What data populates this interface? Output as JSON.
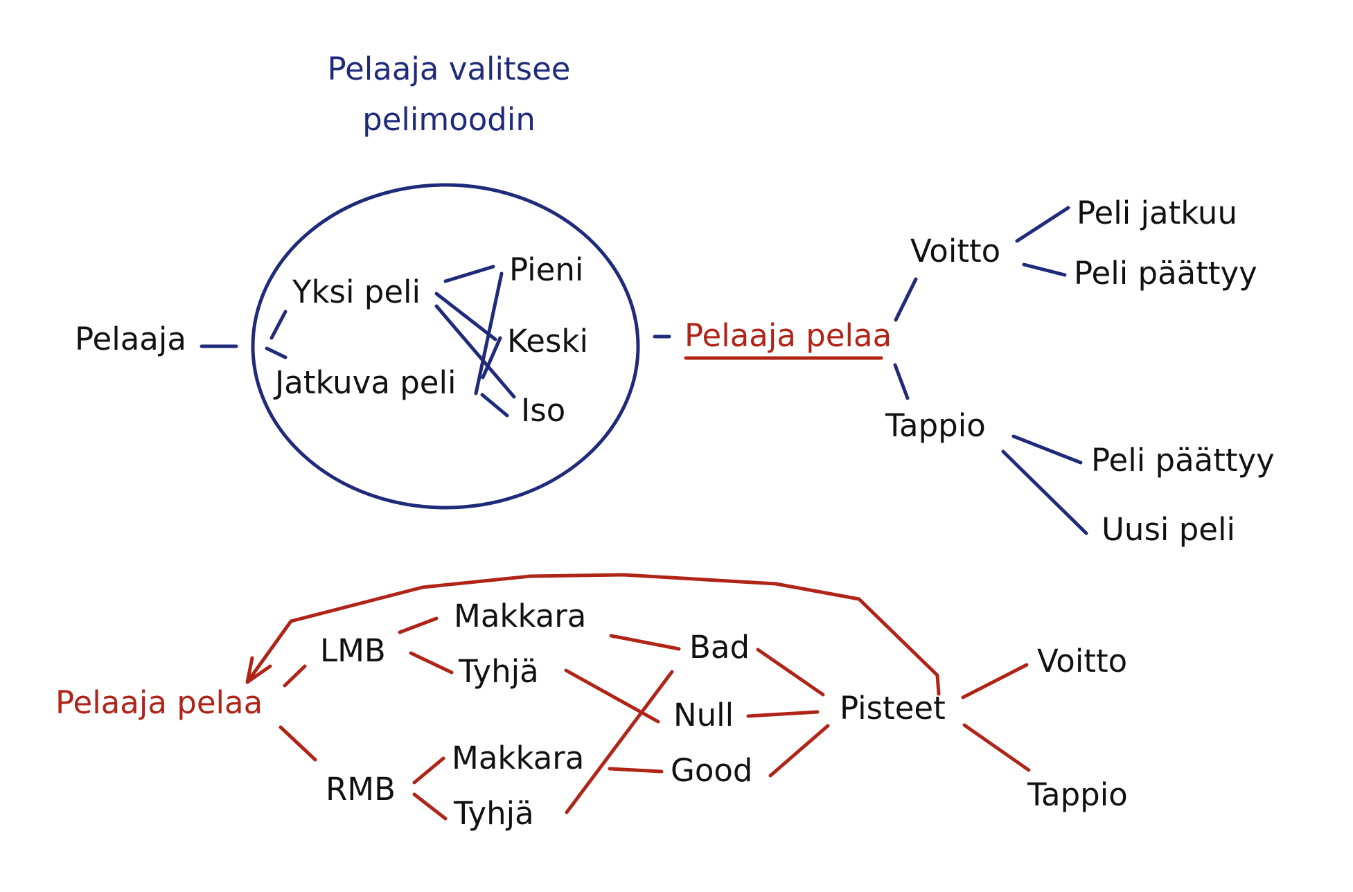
{
  "colors": {
    "blue": "#1f2a7a",
    "red": "#b02418",
    "text": "#111111"
  },
  "top": {
    "caption_line1": "Pelaaja valitsee",
    "caption_line2": "pelimoodin",
    "pelaaja": "Pelaaja",
    "yksi_peli": "Yksi peli",
    "jatkuva_peli": "Jatkuva peli",
    "pieni": "Pieni",
    "keski": "Keski",
    "iso": "Iso",
    "pelaaja_pelaa": "Pelaaja pelaa",
    "voitto": "Voitto",
    "peli_jatkuu": "Peli jatkuu",
    "peli_paattyy_win": "Peli päättyy",
    "tappio": "Tappio",
    "peli_paattyy_loss": "Peli päättyy",
    "uusi_peli": "Uusi peli"
  },
  "bottom": {
    "pelaaja_pelaa": "Pelaaja pelaa",
    "lmb": "LMB",
    "rmb": "RMB",
    "makkara_lmb": "Makkara",
    "tyhja_lmb": "Tyhjä",
    "makkara_rmb": "Makkara",
    "tyhja_rmb": "Tyhjä",
    "bad": "Bad",
    "null": "Null",
    "good": "Good",
    "pisteet": "Pisteet",
    "voitto": "Voitto",
    "tappio": "Tappio"
  }
}
